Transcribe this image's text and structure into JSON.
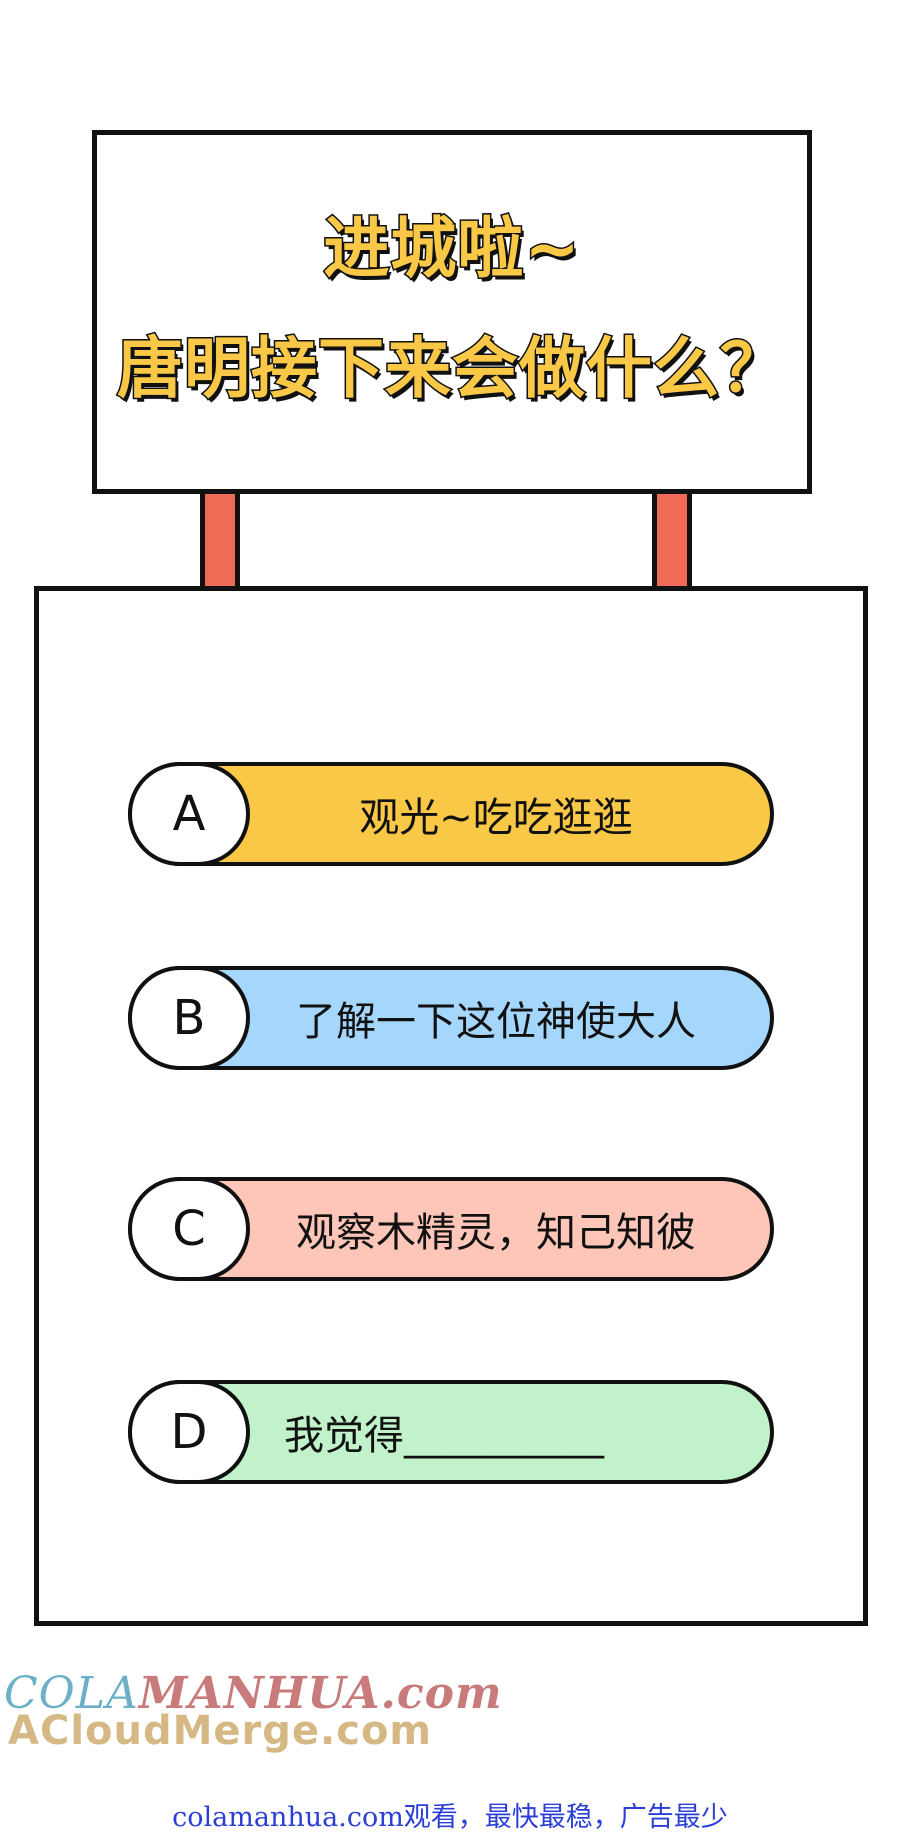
{
  "sign": {
    "title_line1": "进城啦~",
    "title_line2": "唐明接下来会做什么？"
  },
  "options": [
    {
      "letter": "A",
      "text": "观光~吃吃逛逛",
      "color": "#f9c846"
    },
    {
      "letter": "B",
      "text": "了解一下这位神使大人",
      "color": "#a5d6fc"
    },
    {
      "letter": "C",
      "text": "观察木精灵，知己知彼",
      "color": "#fec6b9"
    },
    {
      "letter": "D",
      "text": "我觉得__________",
      "color": "#c2f2c9"
    }
  ],
  "watermark": {
    "line1_part1": "COLA",
    "line1_part2": "MANHUA.com",
    "line2": "ACloudMerge.com"
  },
  "footer": {
    "text": "colamanhua.com观看，最快最稳，广告最少"
  },
  "colors": {
    "title_fill": "#f9c846",
    "post": "#ef6b55",
    "outline": "#111111",
    "footer_text": "#2b3fd6"
  }
}
